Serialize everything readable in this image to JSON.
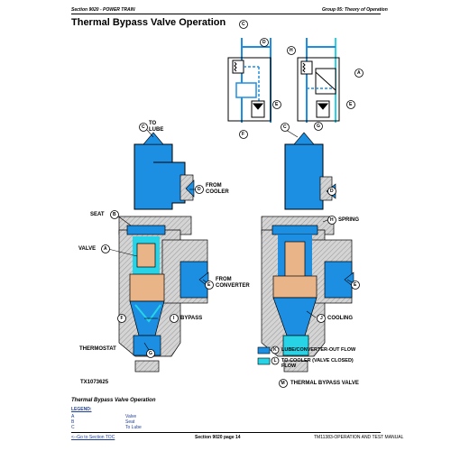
{
  "header": {
    "section": "Section 9020 - POWER TRAIN",
    "group": "Group 05: Theory of Operation"
  },
  "title": "Thermal Bypass Valve Operation",
  "callouts": {
    "to_lube": [
      "TO",
      "LUBE"
    ],
    "from_cooler": [
      "FROM",
      "COOLER"
    ],
    "seat": "SEAT",
    "valve": "VALVE",
    "from_converter": [
      "FROM",
      "CONVERTER"
    ],
    "bypass": "BYPASS",
    "thermostat": "THERMOSTAT",
    "spring": "SPRING",
    "cooling": "COOLING",
    "letters": {
      "A": "A",
      "B": "B",
      "C": "C",
      "D": "D",
      "E": "E",
      "F": "F",
      "G": "G",
      "H": "H",
      "I": "I",
      "J": "J",
      "K": "K",
      "L": "L",
      "M": "M"
    }
  },
  "figure_id": "TX1073625",
  "figure_caption": "THERMAL BYPASS VALVE",
  "flow_legend": {
    "k": "LUBE/CONVERTER-OUT FLOW",
    "l": [
      "TO COOLER (VALVE CLOSED)",
      "FLOW"
    ]
  },
  "colors": {
    "lube_flow": "#1d8fe3",
    "cooler_flow": "#27d3e6",
    "valve": "#e9b488",
    "casting": "#c8c8c8"
  },
  "section_title": "Thermal Bypass Valve Operation",
  "legend": {
    "heading": "LEGEND:",
    "items": [
      {
        "key": "A",
        "value": "Valve"
      },
      {
        "key": "B",
        "value": "Seat"
      },
      {
        "key": "C",
        "value": "To Lube"
      }
    ]
  },
  "footer": {
    "link": "<--Go to Section TOC",
    "page": "Section 9020 page 14",
    "manual": "TM11383-OPERATION AND TEST MANUAL"
  }
}
